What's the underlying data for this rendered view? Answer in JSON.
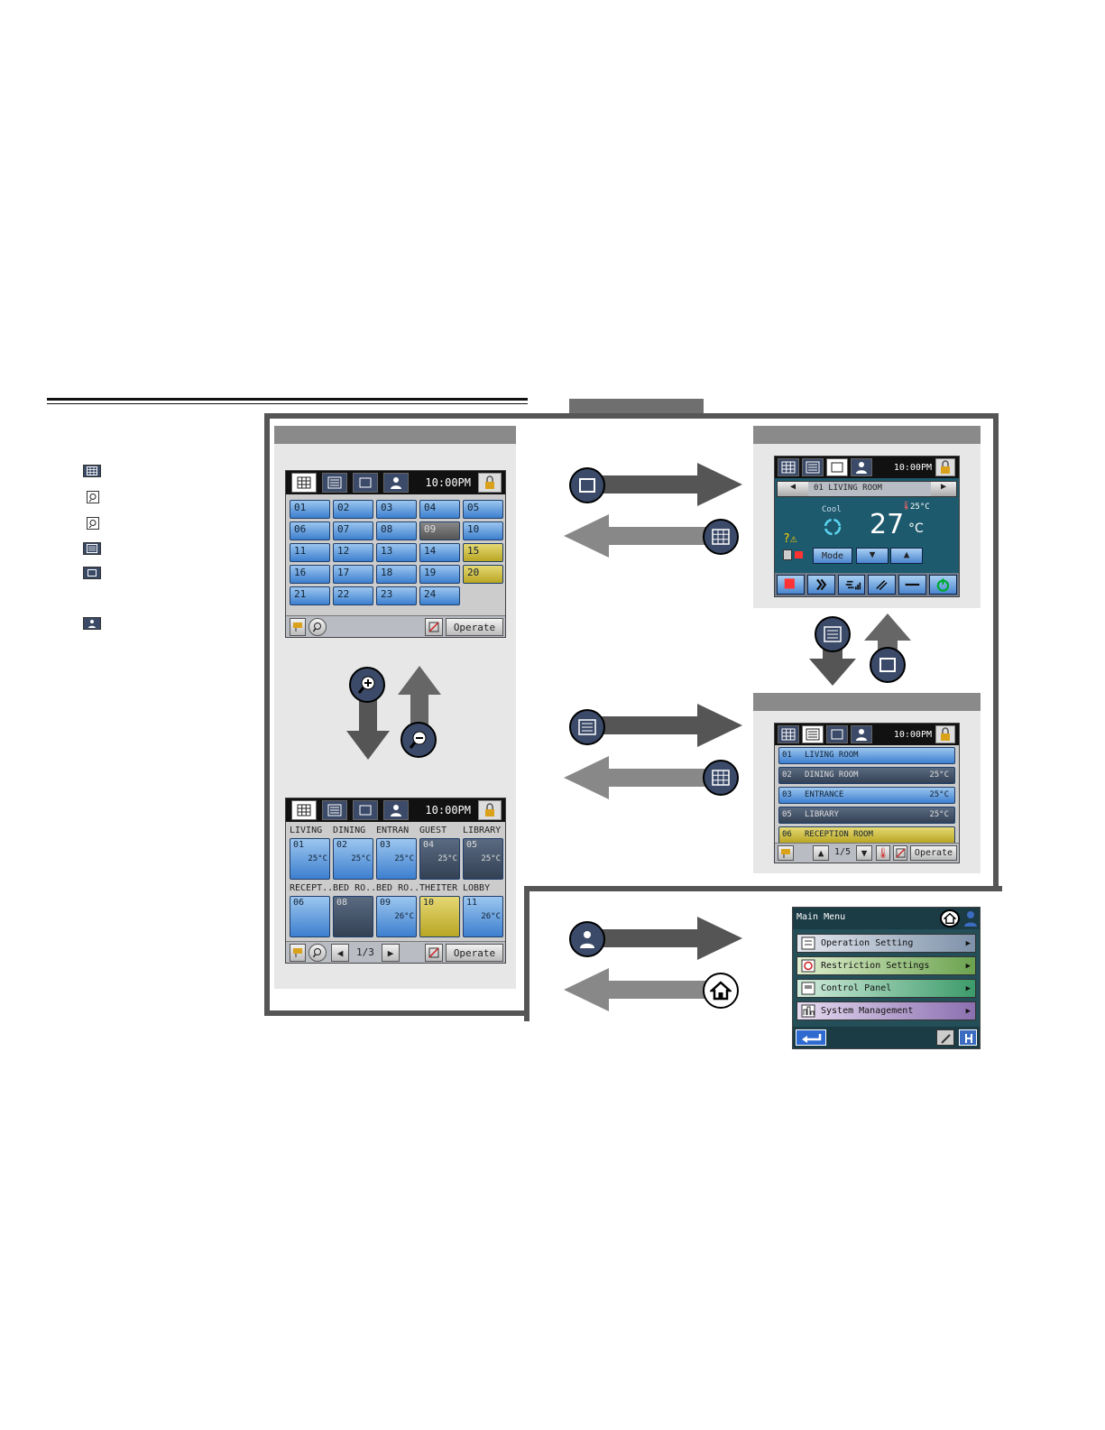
{
  "grid": {
    "clock": "10:00PM",
    "cells": [
      "01",
      "02",
      "03",
      "04",
      "05",
      "06",
      "07",
      "08",
      "09",
      "10",
      "11",
      "12",
      "13",
      "14",
      "15",
      "16",
      "17",
      "18",
      "19",
      "20",
      "21",
      "22",
      "23",
      "24"
    ],
    "operate": "Operate"
  },
  "group": {
    "clock": "10:00PM",
    "names": [
      "LIVING",
      "DINING",
      "ENTRAN",
      "GUEST",
      "LIBRARY",
      "RECEPT...",
      "BED RO...",
      "BED RO...",
      "THEITER",
      "LOBBY"
    ],
    "numbers": [
      "01",
      "02",
      "03",
      "04",
      "05",
      "06",
      "08",
      "09",
      "10",
      "11"
    ],
    "temps": [
      "25°C",
      "25°C",
      "25°C",
      "25°C",
      "25°C",
      "",
      "",
      "26°C",
      "",
      "26°C"
    ],
    "page": "1/3",
    "operate": "Operate"
  },
  "single": {
    "clock": "10:00PM",
    "room": "01  LIVING ROOM",
    "mode_label": "Cool",
    "room_temp": "25°C",
    "set_temp": "27",
    "unit": "°C",
    "mode_btn": "Mode"
  },
  "list": {
    "clock": "10:00PM",
    "rows": [
      {
        "no": "01",
        "name": "LIVING ROOM",
        "temp": ""
      },
      {
        "no": "02",
        "name": "DINING ROOM",
        "temp": "25°C"
      },
      {
        "no": "03",
        "name": "ENTRANCE",
        "temp": "25°C"
      },
      {
        "no": "05",
        "name": "LIBRARY",
        "temp": "25°C"
      },
      {
        "no": "06",
        "name": "RECEPTION ROOM",
        "temp": ""
      }
    ],
    "page": "1/5",
    "operate": "Operate"
  },
  "menu": {
    "title": "Main Menu",
    "items": [
      "Operation Setting",
      "Restriction Settings",
      "Control Panel",
      "System Management"
    ]
  },
  "colors": {
    "accent": "#3b4a68",
    "screen_blue": "#3d7fcf",
    "frame": "#555555"
  }
}
